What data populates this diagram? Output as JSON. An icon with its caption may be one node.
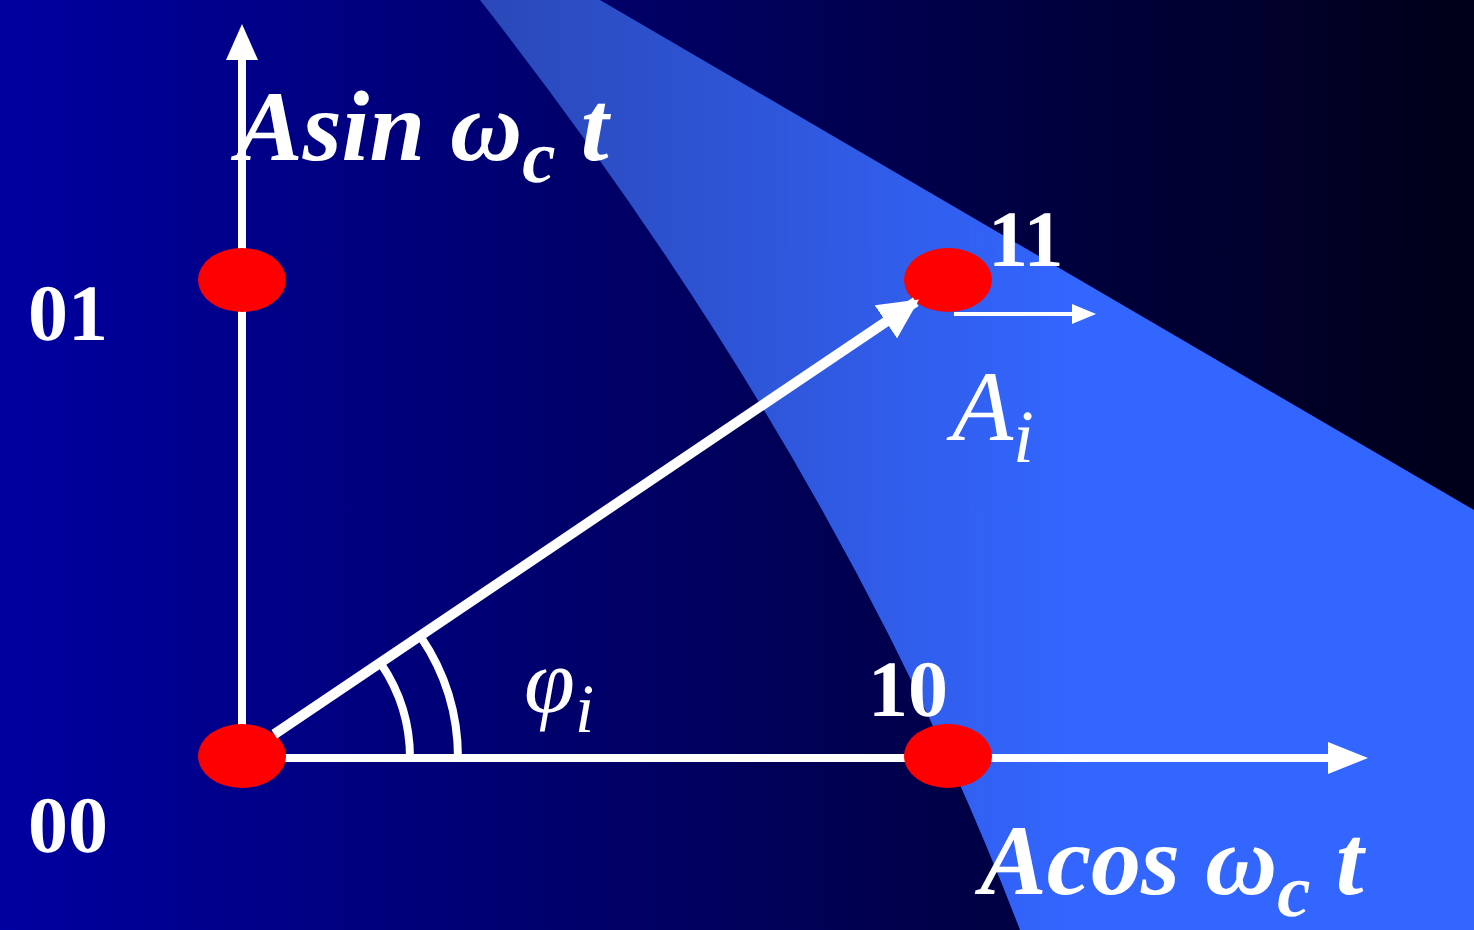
{
  "diagram": {
    "nodes": [
      {
        "text": [],
        "shape": "circle",
        "beside": [
          "01"
        ]
      },
      {
        "text": [],
        "shape": "circle",
        "beside": [
          "11"
        ]
      },
      {
        "text": [],
        "shape": "circle",
        "beside": [
          "00"
        ]
      },
      {
        "text": [],
        "shape": "circle",
        "beside": [
          "10"
        ]
      }
    ],
    "edges": [
      {
        "from": 2,
        "to": 1,
        "arrow": "to"
      }
    ],
    "labels": [
      "Asin ω$_{c}$ t",
      "A$_{i}$",
      "φ$_{i}$",
      "Acos ω$_{c}$ t"
    ]
  }
}
